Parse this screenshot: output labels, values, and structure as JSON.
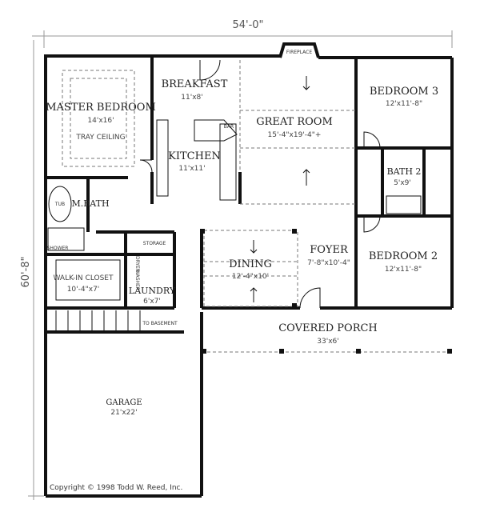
{
  "dimensions": {
    "width_label": "54'-0\"",
    "depth_label": "60'-8\""
  },
  "rooms": {
    "master_bedroom": {
      "name": "MASTER BEDROOM",
      "size": "14'x16'",
      "note": "TRAY CEILING"
    },
    "breakfast": {
      "name": "BREAKFAST",
      "size": "11'x8'"
    },
    "kitchen": {
      "name": "KITCHEN",
      "size": "11'x11'",
      "bar": "BAR"
    },
    "great_room": {
      "name": "GREAT ROOM",
      "size": "15'-4\"x19'-4\"+",
      "fireplace": "FIREPLACE"
    },
    "bedroom3": {
      "name": "BEDROOM 3",
      "size": "12'x11'-8\""
    },
    "bath2": {
      "name": "BATH 2",
      "size": "5'x9'"
    },
    "master_bath": {
      "name": "M.BATH",
      "tub": "TUB",
      "shower": "SHOWER"
    },
    "storage": {
      "name": "STORAGE"
    },
    "walk_in_closet": {
      "name": "WALK-IN CLOSET",
      "size": "10'-4\"x7'"
    },
    "laundry": {
      "name": "LAUNDRY",
      "size": "6'x7'",
      "dryer": "DRYER",
      "washer": "WASHER"
    },
    "stairs": {
      "name": "TO BASEMENT"
    },
    "dining": {
      "name": "DINING",
      "size": "12'-4\"x10'"
    },
    "foyer": {
      "name": "FOYER",
      "size": "7'-8\"x10'-4\""
    },
    "bedroom2": {
      "name": "BEDROOM 2",
      "size": "12'x11'-8\""
    },
    "covered_porch": {
      "name": "COVERED PORCH",
      "size": "33'x6'"
    },
    "garage": {
      "name": "GARAGE",
      "size": "21'x22'"
    }
  },
  "copyright": "Copyright © 1998 Todd W. Reed, Inc."
}
